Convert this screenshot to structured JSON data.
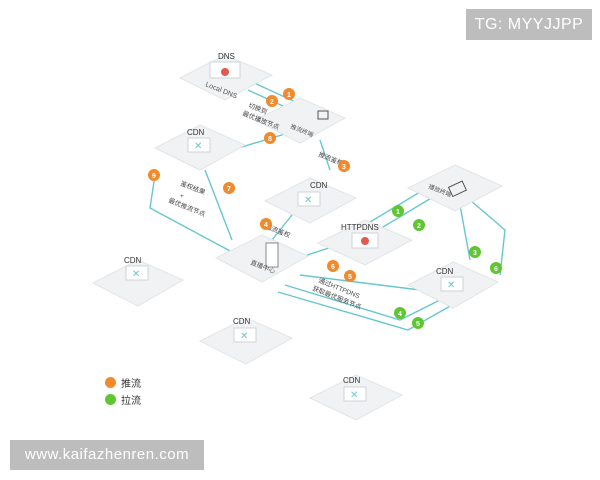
{
  "watermarks": {
    "tg": "TG: MYYJJPP",
    "site": "www.kaifazhenren.com"
  },
  "colors": {
    "push": "#f08a2c",
    "pull": "#5fc631",
    "line": "#67c7cf",
    "node_face": "#f0f2f4",
    "node_edge": "#e2e5e8"
  },
  "nodes": {
    "dns": {
      "label": "DNS",
      "sub": "Local DNS",
      "icon": "gear-icon"
    },
    "push_terminal": {
      "label": "推流终端",
      "icon": "video-camera-icon"
    },
    "cdn_top": {
      "label": "CDN",
      "icon": "network-hub-icon"
    },
    "cdn_mid": {
      "label": "CDN",
      "icon": "network-hub-icon"
    },
    "live_center": {
      "label": "直播中心",
      "icon": "server-icon"
    },
    "httpdns": {
      "label": "HTTPDNS",
      "icon": "gear-icon"
    },
    "play_terminal": {
      "label": "播放终端",
      "icon": "phone-icon"
    },
    "cdn_right": {
      "label": "CDN",
      "icon": "network-hub-icon"
    },
    "cdn_left": {
      "label": "CDN",
      "icon": "network-hub-icon"
    },
    "cdn_bottom_left": {
      "label": "CDN",
      "icon": "network-hub-icon"
    },
    "cdn_bottom": {
      "label": "CDN",
      "icon": "network-hub-icon"
    }
  },
  "annotations": {
    "switch_to": "切换到",
    "optimal_node": "最优播放节点",
    "push_auth": "推流鉴权",
    "auth_result": "鉴权结果",
    "plus": "+",
    "optimal_push": "最优推流节点",
    "play_auth": "播流鉴权",
    "httpdns_get": "通过HTTPDNS",
    "httpdns_node": "获取最优服务节点"
  },
  "steps": {
    "push": [
      "1",
      "2",
      "3",
      "4",
      "5",
      "6",
      "7",
      "8",
      "9"
    ],
    "pull": [
      "1",
      "2",
      "3",
      "4",
      "5",
      "6"
    ]
  },
  "legend": {
    "push": "推流",
    "pull": "拉流"
  }
}
